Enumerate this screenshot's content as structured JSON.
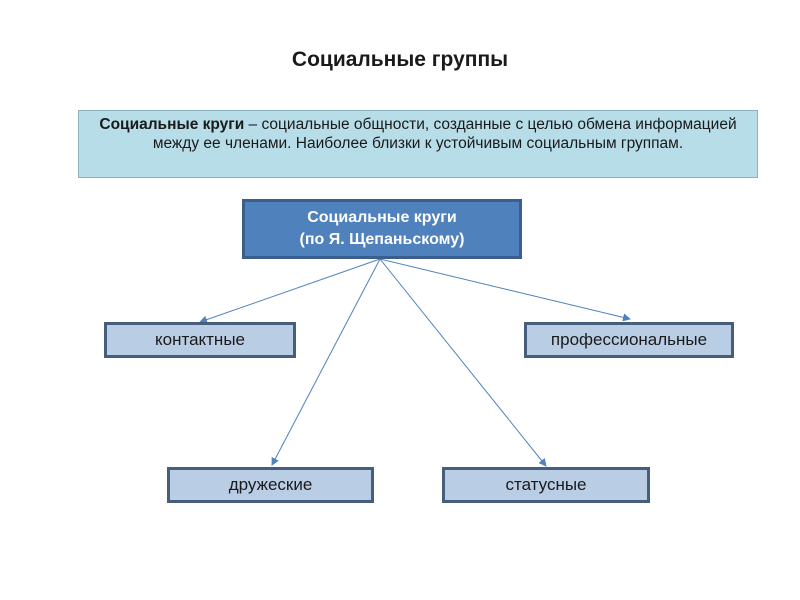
{
  "title": "Социальные группы",
  "definition": {
    "term": "Социальные круги",
    "text": " – социальные общности, созданные с целью обмена информацией между ее членами. Наиболее близки к устойчивым социальным группам."
  },
  "root": {
    "line1": "Cоциальные круги",
    "line2": "(по Я. Щепаньскому)"
  },
  "children": {
    "contact": "контактные",
    "professional": "профессиональные",
    "friendly": "дружеские",
    "status": "статусные"
  },
  "colors": {
    "definition_fill": "#b7dde8",
    "root_fill": "#4f81bd",
    "leaf_fill": "#b9cde5",
    "edge": "#4f81bd"
  }
}
